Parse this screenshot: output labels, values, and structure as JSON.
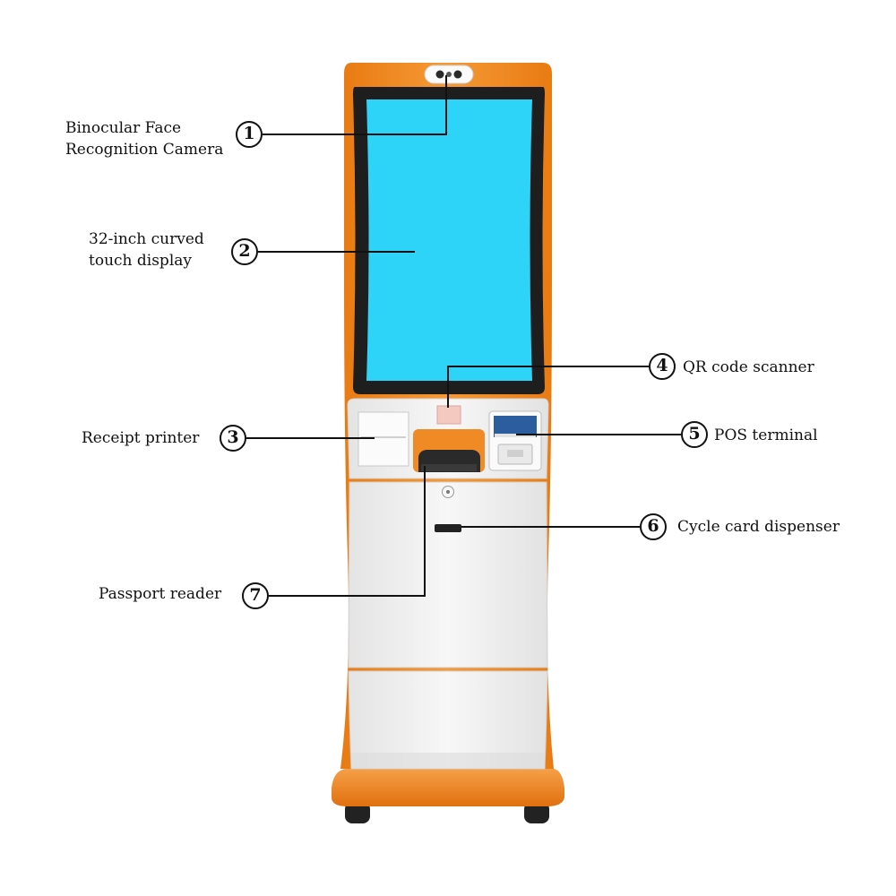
{
  "colors": {
    "frame": "#f08a24",
    "screen": "#2dd4f8",
    "body": "#eeeeee"
  },
  "callouts": [
    {
      "number": "1",
      "lines": [
        "Binocular Face",
        "Recognition Camera"
      ]
    },
    {
      "number": "2",
      "lines": [
        "32-inch curved",
        "touch display"
      ]
    },
    {
      "number": "3",
      "lines": [
        "Receipt printer"
      ]
    },
    {
      "number": "4",
      "lines": [
        "QR code scanner"
      ]
    },
    {
      "number": "5",
      "lines": [
        "POS terminal"
      ]
    },
    {
      "number": "6",
      "lines": [
        "Cycle card dispenser"
      ]
    },
    {
      "number": "7",
      "lines": [
        "Passport reader"
      ]
    }
  ]
}
